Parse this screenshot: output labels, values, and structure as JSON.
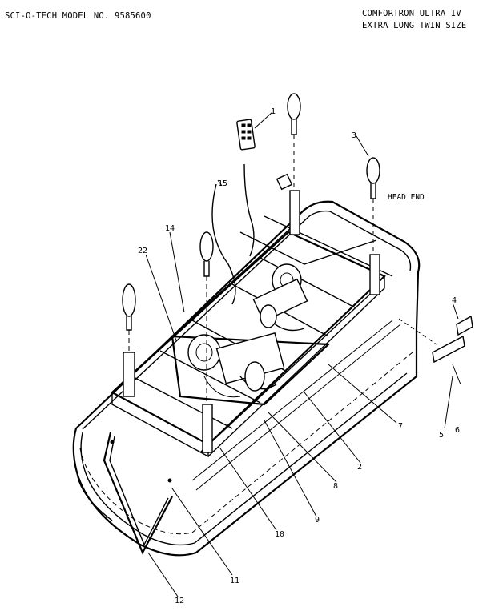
{
  "header": {
    "left": "SCI-O-TECH  MODEL NO. 9585600",
    "right_line1": "COMFORTRON ULTRA IV",
    "right_line2": "EXTRA LONG TWIN SIZE"
  },
  "labels": {
    "head_end": "HEAD END"
  },
  "callouts": [
    "1",
    "3",
    "4",
    "5",
    "6",
    "7",
    "2",
    "8",
    "9",
    "10",
    "11",
    "12",
    "14",
    "15",
    "22"
  ]
}
